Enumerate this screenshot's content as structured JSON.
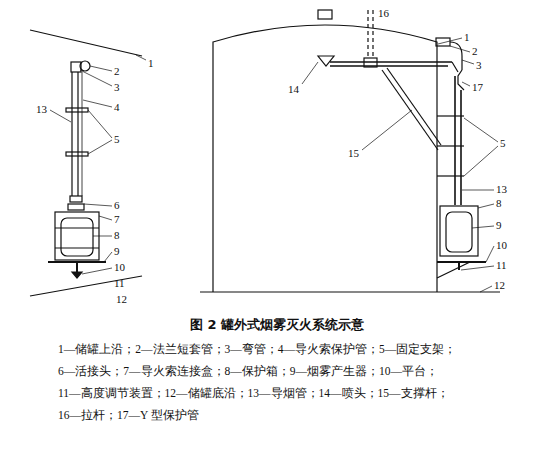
{
  "diagram": {
    "caption": "图 2 罐外式烟雾灭火系统示意",
    "labels": [
      "1",
      "2",
      "3",
      "4",
      "5",
      "13",
      "6",
      "7",
      "8",
      "9",
      "10",
      "11",
      "12",
      "16",
      "1",
      "2",
      "3",
      "14",
      "17",
      "15",
      "5",
      "13",
      "8",
      "9",
      "10",
      "11",
      "12",
      "1—储罐上沿；2—法兰短套管；3—弯管；4—导火索保护管；5—固定支架；",
      "6—活接头；7—导火索连接盒；8—保护箱；9—烟雾产生器；10—平台；",
      "11—高度调节装置；12—储罐底沿；13—导烟管；14—喷头；15—支撑杆；",
      "16—拉杆；17—Y 型保护管"
    ]
  }
}
